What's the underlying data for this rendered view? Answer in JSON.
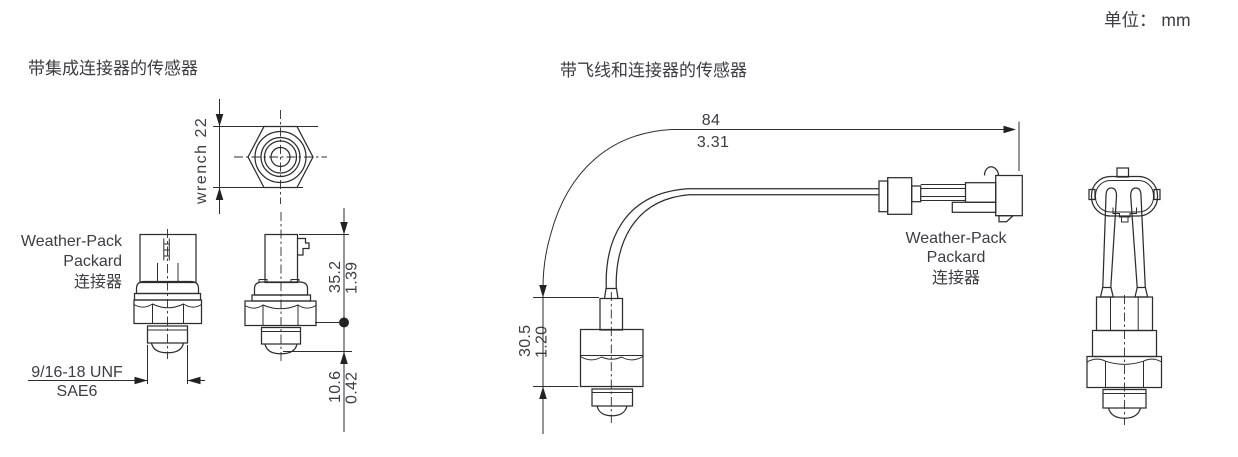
{
  "unit_label": "单位： mm",
  "colors": {
    "line": "#2d2d2f",
    "text": "#3d3d42",
    "background": "#ffffff"
  },
  "figures": {
    "integrated": {
      "title": "带集成连接器的传感器",
      "labels": {
        "wrench": "wrench 22",
        "connector_line1": "Weather-Pack",
        "connector_line2": "Packard",
        "connector_line3": "连接器",
        "thread_line1": "9/16-18 UNF",
        "thread_line2": "SAE6"
      },
      "dimensions": {
        "height_mm": "35.2",
        "height_in": "1.39",
        "thread_mm": "10.6",
        "thread_in": "0.42"
      }
    },
    "flying_lead": {
      "title": "带飞线和连接器的传感器",
      "labels": {
        "connector_line1": "Weather-Pack",
        "connector_line2": "Packard",
        "connector_line3": "连接器"
      },
      "dimensions": {
        "lead_mm": "84",
        "lead_in": "3.31",
        "body_mm": "30.5",
        "body_in": "1.20"
      }
    }
  }
}
